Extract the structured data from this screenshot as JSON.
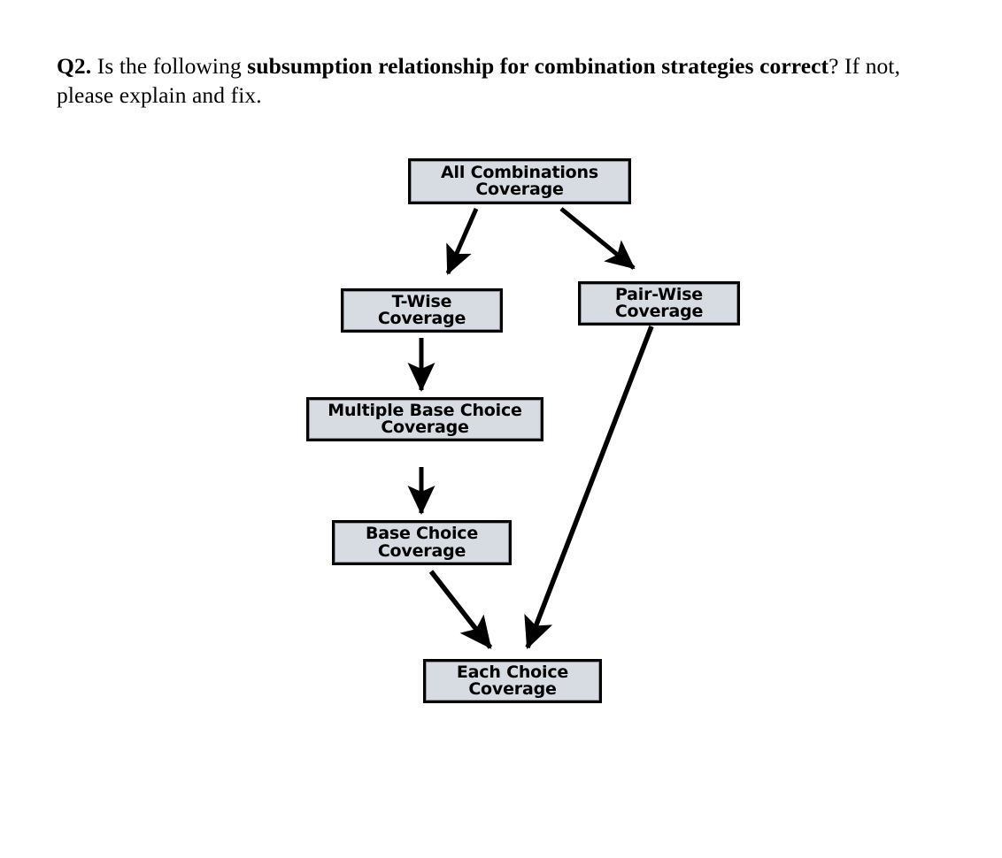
{
  "question": {
    "prefix": "Q2.",
    "text_part1": " Is the following ",
    "bold_part1": "subsumption relationship for combination strategies correct",
    "text_part2": "? If not, please explain and fix.",
    "full_text": "Q2. Is the following subsumption relationship for combination strategies correct? If not, please explain and fix."
  },
  "diagram": {
    "type": "subsumption-hierarchy",
    "node_fill_color": "#d7dce3",
    "node_border_color": "#000000",
    "arrow_color": "#000000",
    "nodes": [
      {
        "id": "all-combinations",
        "label": "All Combinations\nCoverage"
      },
      {
        "id": "t-wise",
        "label": "T-Wise\nCoverage"
      },
      {
        "id": "pair-wise",
        "label": "Pair-Wise\nCoverage"
      },
      {
        "id": "multiple-base",
        "label": "Multiple Base Choice\nCoverage"
      },
      {
        "id": "base-choice",
        "label": "Base Choice\nCoverage"
      },
      {
        "id": "each-choice",
        "label": "Each Choice\nCoverage"
      }
    ],
    "edges": [
      {
        "from": "all-combinations",
        "to": "t-wise"
      },
      {
        "from": "all-combinations",
        "to": "pair-wise"
      },
      {
        "from": "t-wise",
        "to": "multiple-base"
      },
      {
        "from": "multiple-base",
        "to": "base-choice"
      },
      {
        "from": "base-choice",
        "to": "each-choice"
      },
      {
        "from": "pair-wise",
        "to": "each-choice"
      }
    ]
  }
}
